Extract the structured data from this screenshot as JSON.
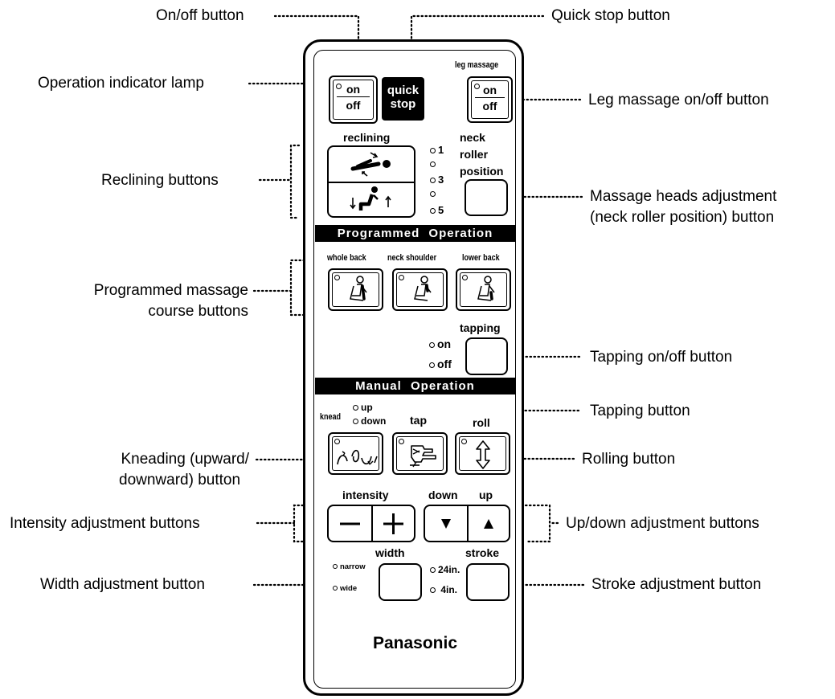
{
  "callouts": {
    "on_off": "On/off button",
    "quick_stop": "Quick stop button",
    "operation_lamp": "Operation indicator lamp",
    "leg_massage": "Leg massage on/off button",
    "reclining": "Reclining buttons",
    "massage_heads_l1": "Massage heads adjustment",
    "massage_heads_l2": "(neck roller position) button",
    "programmed_l1": "Programmed massage",
    "programmed_l2": "course buttons",
    "tapping_onoff": "Tapping on/off button",
    "tapping": "Tapping button",
    "kneading_l1": "Kneading (upward/",
    "kneading_l2": "downward) button",
    "rolling": "Rolling button",
    "intensity": "Intensity adjustment buttons",
    "updown": "Up/down adjustment buttons",
    "width": "Width adjustment button",
    "stroke": "Stroke adjustment button"
  },
  "remote": {
    "on": "on",
    "off": "off",
    "quick_stop_l1": "quick",
    "quick_stop_l2": "stop",
    "leg_massage_label": "leg massage",
    "leg_on": "on",
    "leg_off": "off",
    "reclining_label": "reclining",
    "neck_label_l1": "neck",
    "neck_label_l2": "roller",
    "neck_label_l3": "position",
    "position_levels": [
      "1",
      "3",
      "5"
    ],
    "programmed_bar_l": "Programmed",
    "programmed_bar_r": "Operation",
    "courses": [
      "whole back",
      "neck shoulder",
      "lower back"
    ],
    "tapping_label": "tapping",
    "tapping_on": "on",
    "tapping_off": "off",
    "manual_bar_l": "Manual",
    "manual_bar_r": "Operation",
    "knead": "knead",
    "knead_up": "up",
    "knead_down": "down",
    "tap": "tap",
    "roll": "roll",
    "intensity": "intensity",
    "down": "down",
    "up": "up",
    "width": "width",
    "narrow": "narrow",
    "wide": "wide",
    "stroke": "stroke",
    "stroke_24": "24in.",
    "stroke_4": "4in.",
    "brand": "Panasonic"
  }
}
